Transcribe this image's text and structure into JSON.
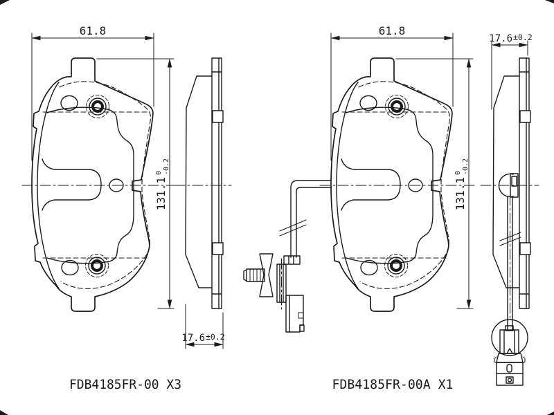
{
  "page": {
    "background_color": "#ffffff",
    "line_color": "#1b1b1b"
  },
  "left_assembly": {
    "part_label": "FDB4185FR-00 X3",
    "front_view": {
      "width_dim": "61.8",
      "height_dim": "131.1",
      "height_tol_upper": "0",
      "height_tol_lower": "-0.2"
    },
    "side_view": {
      "thickness_value": "17.6",
      "thickness_tol": "±0.2"
    }
  },
  "right_assembly": {
    "part_label": "FDB4185FR-00A X1",
    "front_view": {
      "width_dim": "61.8",
      "height_dim": "131.1",
      "height_tol_upper": "0",
      "height_tol_lower": "-0.2"
    },
    "side_view": {
      "thickness_value": "17.6",
      "thickness_tol": "±0.2"
    }
  }
}
